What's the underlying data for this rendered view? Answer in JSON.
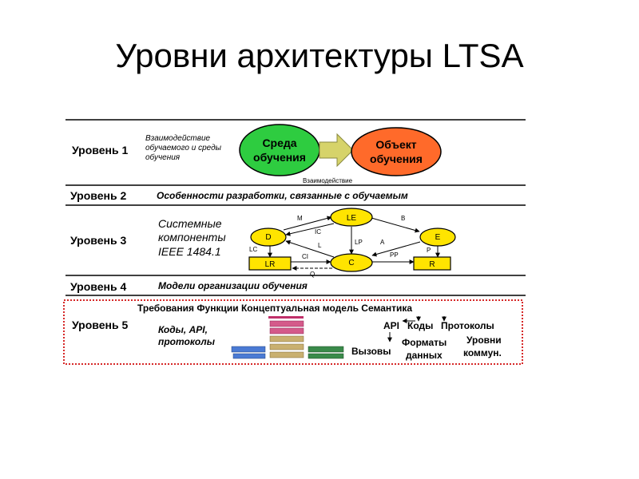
{
  "title": "Уровни архитектуры LTSA",
  "levels": [
    {
      "label": "Уровень 1",
      "desc": [
        "Взаимодействие",
        "обучаемого и среды",
        "обучения"
      ]
    },
    {
      "label": "Уровень 2",
      "desc": "Особенности разработки, связанные с обучаемым"
    },
    {
      "label": "Уровень 3",
      "desc": [
        "Системные",
        "компоненты",
        "IEEE 1484.1"
      ]
    },
    {
      "label": "Уровень 4",
      "desc": "Модели организации обучения"
    },
    {
      "label": "Уровень 5",
      "desc": [
        "Коды, API,",
        "протоколы"
      ]
    }
  ],
  "level1": {
    "env": [
      "Среда",
      "обучения"
    ],
    "object": [
      "Объект",
      "обучения"
    ],
    "interaction": "Взаимодействие",
    "colors": {
      "env": "#2ecc40",
      "object": "#ff6a2a",
      "arrow": "#d6d36a"
    }
  },
  "level3": {
    "nodes": [
      "D",
      "LE",
      "E",
      "LR",
      "C",
      "R"
    ],
    "edges": [
      "M",
      "IC",
      "B",
      "L",
      "LP",
      "A",
      "P",
      "LC",
      "CI",
      "PP",
      "Q"
    ],
    "colors": {
      "ellipse": "#ffe400",
      "rect": "#ffe400",
      "border": "#000000"
    }
  },
  "level5": {
    "header": "Требования Функции Концептуальная модель Семантика",
    "api": "API",
    "codes": "Коды",
    "protocols": "Протоколы",
    "calls": "Вызовы",
    "formats": [
      "Форматы",
      "данных"
    ],
    "comm_levels": [
      "Уровни",
      "коммун."
    ],
    "frame_color": "#d62828"
  }
}
